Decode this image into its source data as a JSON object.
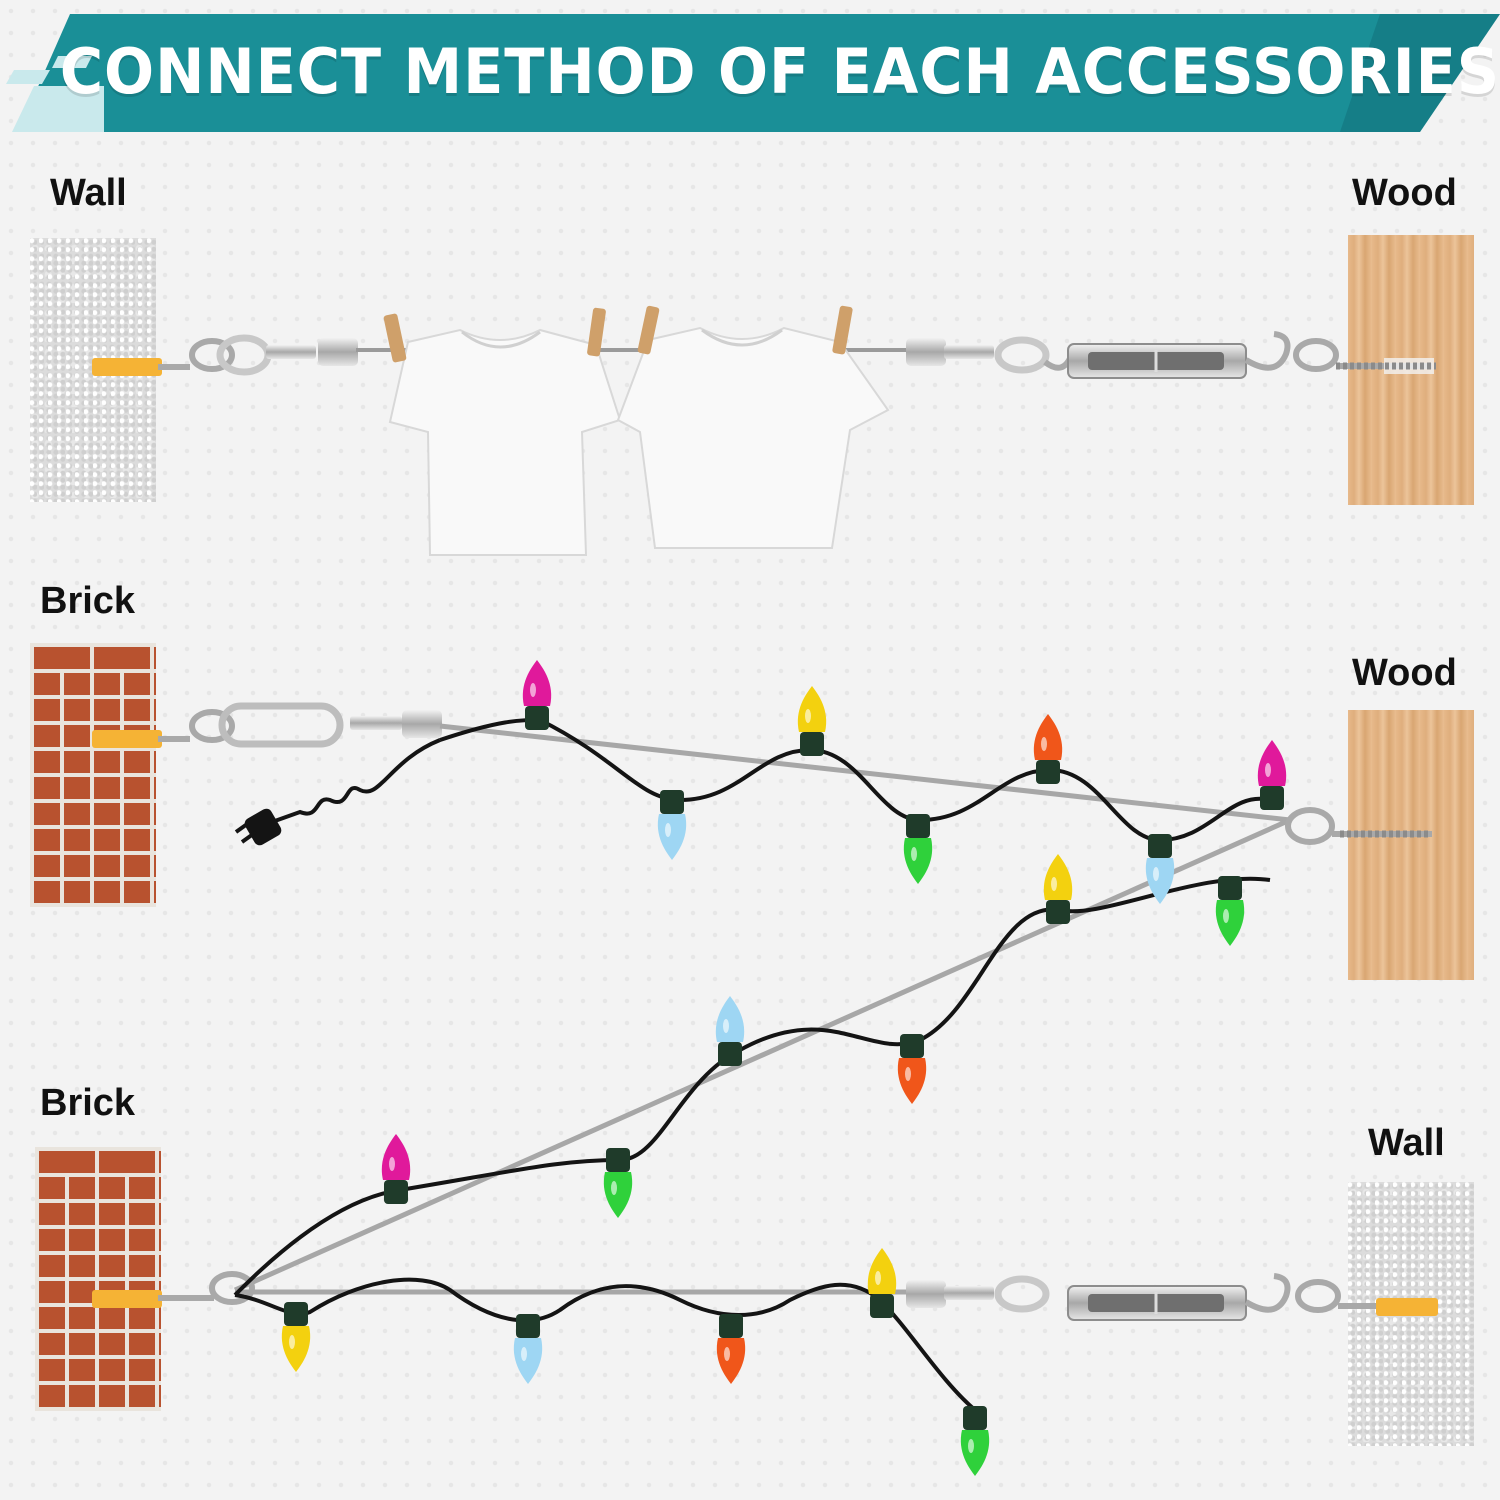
{
  "banner": {
    "title": "CONNECT METHOD OF EACH ACCESSORIES",
    "colors": {
      "main": "#1a8f97",
      "dark": "#0f6e78",
      "light": "#c9e9ec"
    }
  },
  "rows": [
    {
      "left_label": "Wall",
      "right_label": "Wood"
    },
    {
      "left_label": "Brick",
      "right_label": "Wood"
    },
    {
      "left_label": "Brick",
      "right_label": "Wall"
    }
  ],
  "bulb_colors": {
    "magenta": "#e0199b",
    "yellow": "#f3d10f",
    "orange": "#f0561a",
    "blue": "#9ed6f3",
    "green": "#2fd13b"
  },
  "icons": [
    "shirt-icon",
    "clothespin-icon",
    "turnbuckle-icon",
    "eye-hook-icon",
    "wall-anchor-icon",
    "carabiner-icon",
    "plug-icon",
    "bulb-icon"
  ]
}
